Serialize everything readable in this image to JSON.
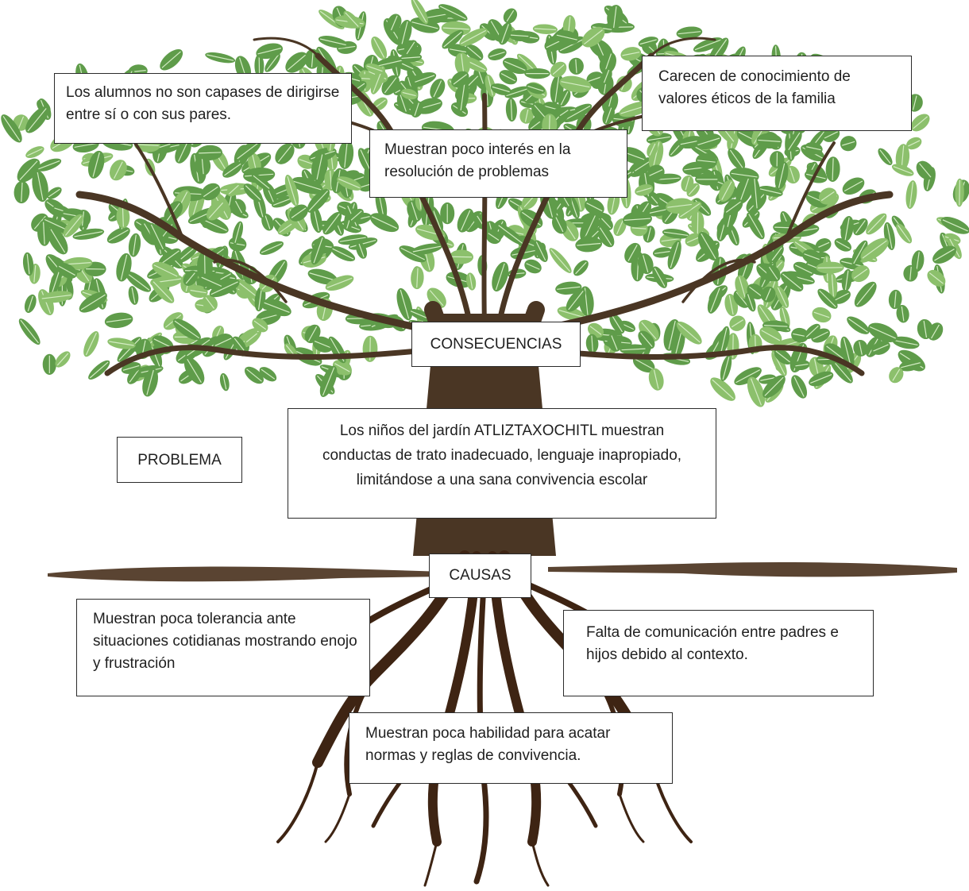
{
  "colors": {
    "leaf": "#5f9c4a",
    "leaf_light": "#8cc06c",
    "leaf_vein": "#d4ecc4",
    "trunk": "#4a3624",
    "root": "#3e2413",
    "ground": "#5a4432",
    "box_border": "#2b2b2b",
    "text": "#1f1f1f"
  },
  "icons": {
    "background": "tree-with-roots-illustration"
  },
  "labels": {
    "consecuencias": "CONSECUENCIAS",
    "problema": "PROBLEMA",
    "causas": "CAUSAS"
  },
  "consequences": {
    "left": "Los alumnos no son capases de dirigirse entre sí o con sus pares.",
    "center": "Muestran poco interés en la resolución de problemas",
    "right": "Carecen de conocimiento de valores éticos de la familia"
  },
  "problem": {
    "statement": "Los niños del jardín ATLIZTAXOCHITL muestran conductas de trato inadecuado, lenguaje inapropiado,  limitándose  a una sana convivencia escolar"
  },
  "causes": {
    "left": "Muestran poca tolerancia ante situaciones cotidianas mostrando enojo y frustración",
    "right": "Falta de comunicación entre padres e hijos debido al contexto.",
    "bottom": "Muestran poca habilidad para acatar normas y reglas de convivencia."
  }
}
